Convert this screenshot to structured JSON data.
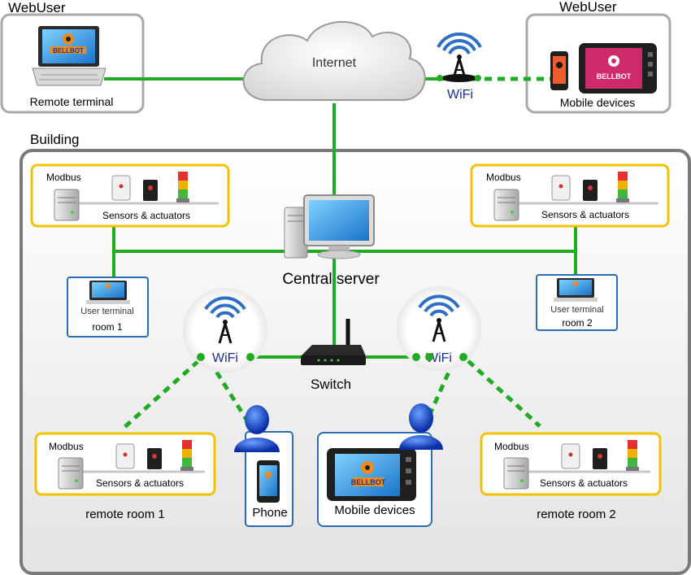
{
  "webuser_left": "WebUser",
  "webuser_right": "WebUser",
  "remote_terminal": "Remote terminal",
  "mobile_devices_top": "Mobile devices",
  "internet": "Internet",
  "wifi_top": "WiFi",
  "building": "Building",
  "modbus": [
    "Modbus",
    "Modbus",
    "Modbus",
    "Modbus"
  ],
  "sensors": [
    "Sensors & actuators",
    "Sensors & actuators",
    "Sensors & actuators",
    "Sensors & actuators"
  ],
  "central_server": "Central  server",
  "user_terminal_1": "User terminal",
  "room_1": "room 1",
  "user_terminal_2": "User terminal",
  "room_2": "room 2",
  "wifi_left": "WiFi",
  "wifi_right": "WiFi",
  "switch": "Switch",
  "remote_room_1": "remote room 1",
  "remote_room_2": "remote room 2",
  "phone": "Phone",
  "mobile_devices_bottom": "Mobile devices",
  "brand": "BELLBOT",
  "colors": {
    "link": "#22aa22",
    "box_border": "#f2c200",
    "device_border": "#2a6db5",
    "wifi_text": "#1a2e8a"
  }
}
